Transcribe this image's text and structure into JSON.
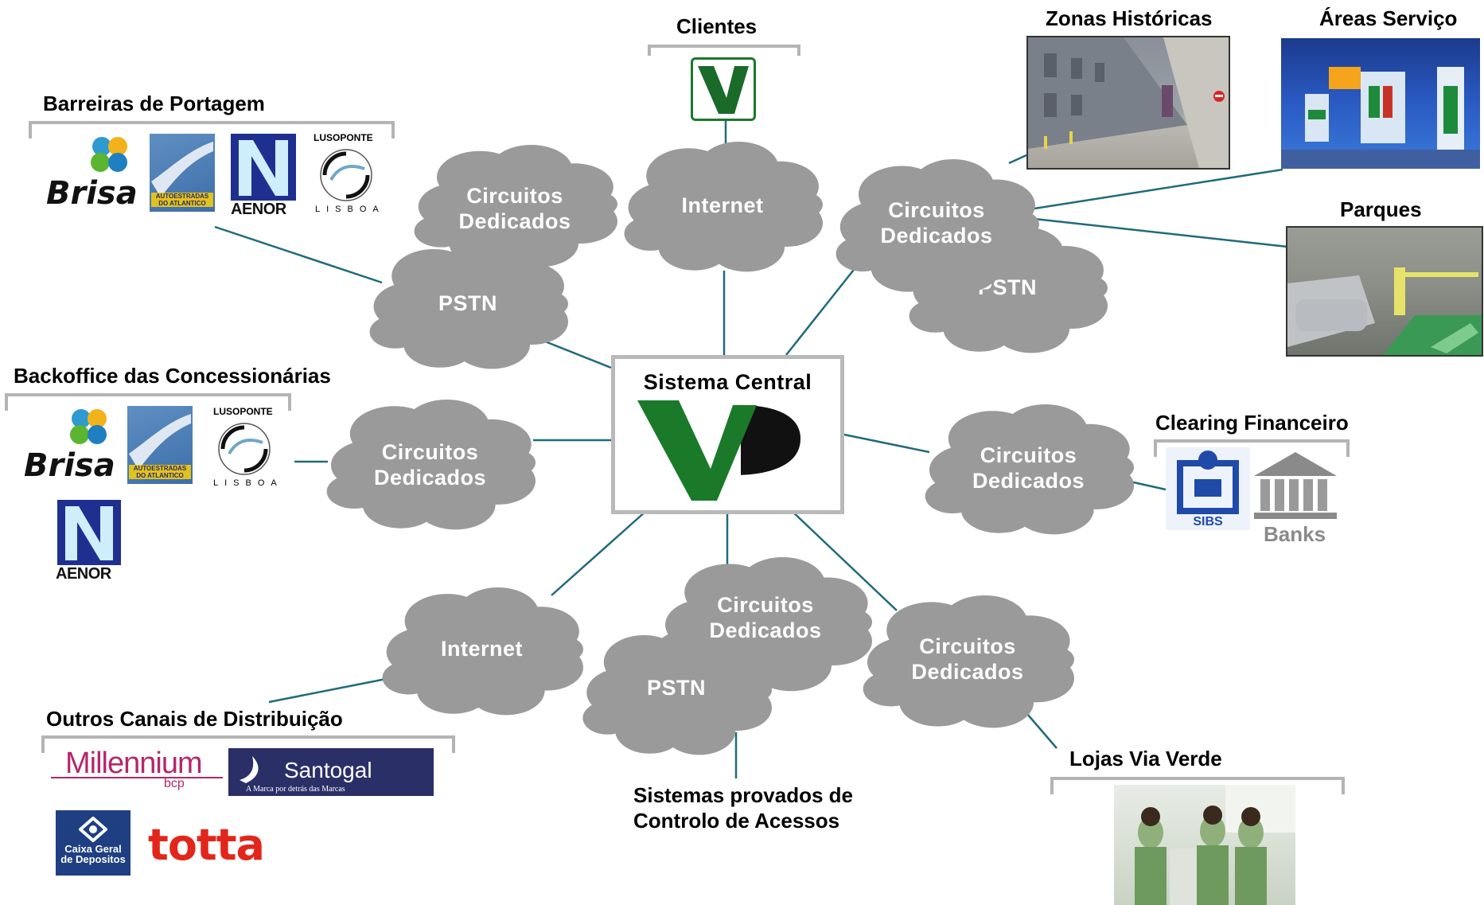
{
  "central": {
    "title": "Sistema Central",
    "logo": "via-verde-vp-logo"
  },
  "headings": {
    "clientes": "Clientes",
    "barreiras": "Barreiras de Portagem",
    "backoffice": "Backoffice das Concessionárias",
    "outros": "Outros Canais de Distribuição",
    "zonas": "Zonas Históricas",
    "areas": "Áreas Serviço",
    "parques": "Parques",
    "clearing": "Clearing Financeiro",
    "lojas": "Lojas Via Verde",
    "sistemas_line1": "Sistemas provados de",
    "sistemas_line2": "Controlo de Acessos"
  },
  "clouds": {
    "cd_topleft": [
      "Circuitos",
      "Dedicados"
    ],
    "pstn_topleft": "PSTN",
    "internet_top": "Internet",
    "cd_topright": [
      "Circuitos",
      "Dedicados"
    ],
    "pstn_topright": "PSTN",
    "cd_left": [
      "Circuitos",
      "Dedicados"
    ],
    "cd_right": [
      "Circuitos",
      "Dedicados"
    ],
    "internet_bottom": "Internet",
    "cd_bottom": [
      "Circuitos",
      "Dedicados"
    ],
    "pstn_bottom": "PSTN",
    "cd_bottomright": [
      "Circuitos",
      "Dedicados"
    ]
  },
  "logos": {
    "brisa": "Brisa",
    "aenor": "AENOR",
    "lusoponte_title": "LUSOPONTE",
    "lusoponte_sub": "LISBOA",
    "atlantico": "AUTOESTRADAS DO ATLANTICO",
    "banks": "Banks",
    "millennium": "Millennium",
    "bcp": "bcp",
    "santogal": "Santogal",
    "santogal_tagline": "A Marca por detrás das Marcas",
    "cgd_line1": "Caixa Geral",
    "cgd_line2": "de Depositos",
    "totta": "totta"
  },
  "colors": {
    "cloud": "#9a9a9a",
    "line": "#1f6b7a",
    "bracket": "#b4b4b4",
    "viaverde_green": "#1a7a2a"
  }
}
